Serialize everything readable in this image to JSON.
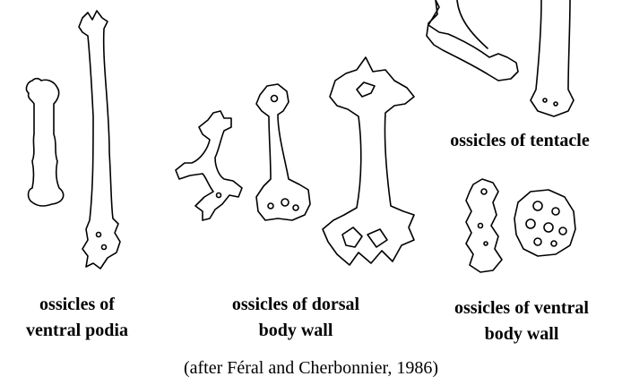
{
  "labels": {
    "ventral_podia": [
      "ossicles of",
      "ventral podia"
    ],
    "dorsal_body_wall": [
      "ossicles of dorsal",
      "body wall"
    ],
    "tentacle": [
      "ossicles of tentacle"
    ],
    "ventral_body_wall": [
      "ossicles of ventral",
      "body wall"
    ]
  },
  "caption": "(after Féral and Cherbonnier, 1986)"
}
